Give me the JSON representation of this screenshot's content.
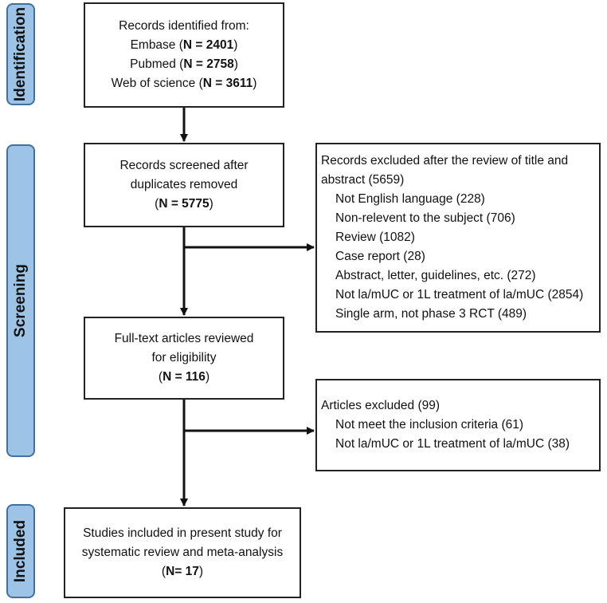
{
  "phases": {
    "identification": "Identification",
    "screening": "Screening",
    "included": "Included"
  },
  "identified": {
    "heading": "Records identified from:",
    "lines": [
      {
        "label": "Embase (",
        "n": "N = 2401",
        "tail": ")"
      },
      {
        "label": "Pubmed (",
        "n": "N = 2758",
        "tail": ")"
      },
      {
        "label": "Web of science (",
        "n": "N = 3611",
        "tail": ")"
      }
    ]
  },
  "screened": {
    "line1": "Records screened after",
    "line2": "duplicates removed",
    "pre": "(",
    "n": "N = 5775",
    "post": ")"
  },
  "excluded_title_abstract": {
    "line1": "Records excluded after the review of title and",
    "line2": "abstract (5659)",
    "items": [
      "Not English language (228)",
      "Non-relevent to the subject (706)",
      "Review (1082)",
      "Case report (28)",
      "Abstract, letter, guidelines, etc. (272)",
      "Not la/mUC or 1L treatment of la/mUC (2854)",
      "Single arm, not phase 3 RCT (489)"
    ]
  },
  "fulltext": {
    "line1": "Full-text articles reviewed",
    "line2": "for eligibility",
    "pre": "(",
    "n": "N = 116",
    "post": ")"
  },
  "excluded_articles": {
    "heading": "Articles excluded (99)",
    "items": [
      "Not meet the inclusion criteria (61)",
      "Not la/mUC or 1L treatment of la/mUC (38)"
    ]
  },
  "included_box": {
    "line1": "Studies included in present study for",
    "line2": "systematic review and meta-analysis",
    "pre": "(",
    "n": "N= 17",
    "post": ")"
  }
}
